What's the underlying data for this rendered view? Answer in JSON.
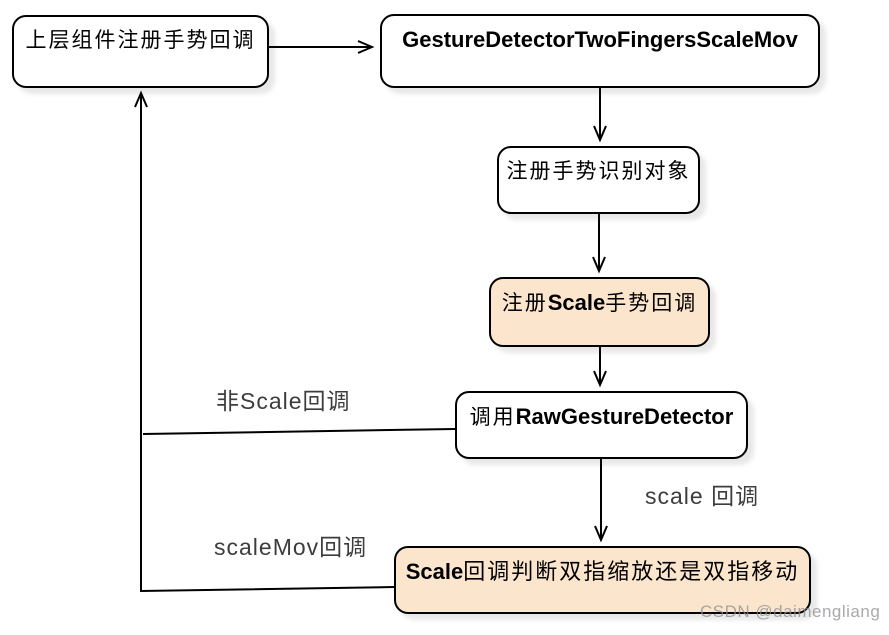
{
  "diagram": {
    "title_hint": "gesture callback flowchart",
    "boxes": {
      "register_gesture_callback": {
        "label": "上层组件注册手势回调"
      },
      "gesture_detector": {
        "label": "GestureDetectorTwoFingersScaleMov"
      },
      "register_recognizer": {
        "label": "注册手势识别对象"
      },
      "register_scale_callback": {
        "pre": "注册",
        "code": "Scale",
        "post": "手势回调"
      },
      "call_raw_detector": {
        "pre": "调用",
        "code": "RawGestureDetector",
        "post": ""
      },
      "scale_judge": {
        "pre": "",
        "code": "Scale",
        "post": "回调判断双指缩放还是双指移动"
      }
    },
    "edge_labels": {
      "non_scale": "非Scale回调",
      "scale": "scale 回调",
      "scale_mov": "scaleMov回调"
    },
    "colors": {
      "highlight_fill": "#fce5cd",
      "box_fill": "#ffffff",
      "stroke": "#000000",
      "edge_label_text": "#3d3d3d",
      "watermark_text": "#8c8c92"
    },
    "watermark": "CSDN @daimengliang"
  }
}
